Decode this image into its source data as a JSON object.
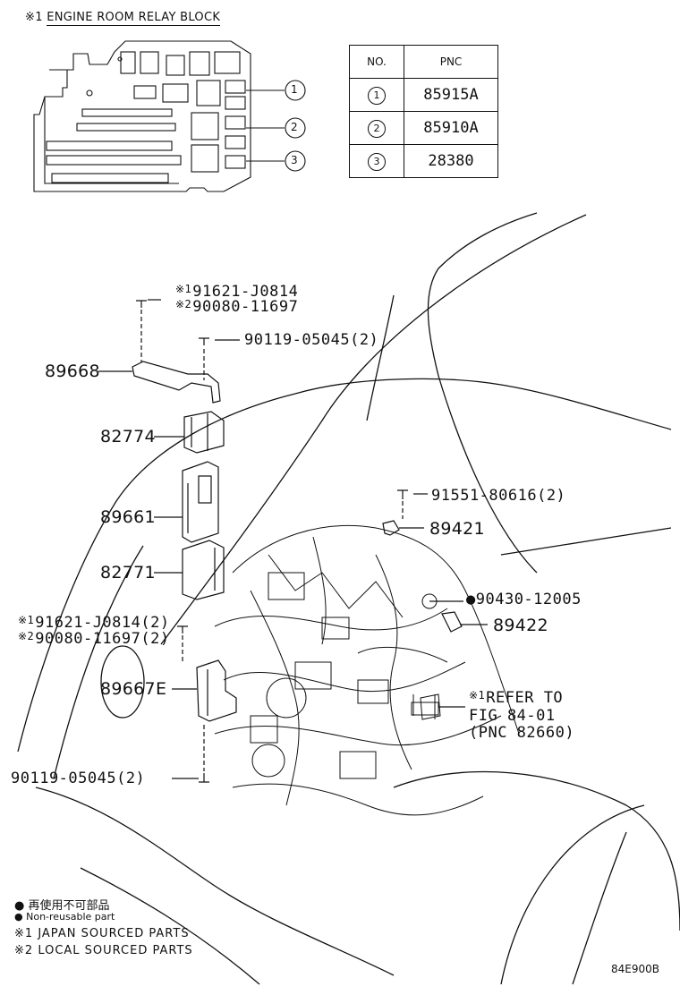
{
  "relay_block": {
    "mark": "※1",
    "title": "ENGINE ROOM RELAY BLOCK",
    "callouts": [
      "1",
      "2",
      "3"
    ]
  },
  "pnc_table": {
    "headers": [
      "NO.",
      "PNC"
    ],
    "rows": [
      {
        "no": "1",
        "pnc": "85915A"
      },
      {
        "no": "2",
        "pnc": "85910A"
      },
      {
        "no": "3",
        "pnc": "28380"
      }
    ]
  },
  "parts": {
    "bolt_top_1_mark": "※1",
    "bolt_top_1": "91621-J0814",
    "bolt_top_2_mark": "※2",
    "bolt_top_2": "90080-11697",
    "screw_top": "90119-05045(2)",
    "bracket_top": "89668",
    "cover_upper": "82774",
    "ecu": "89661",
    "cover_lower": "82771",
    "bolt_mid_1_mark": "※1",
    "bolt_mid_1": "91621-J0814(2)",
    "bolt_mid_2_mark": "※2",
    "bolt_mid_2": "90080-11697(2)",
    "bracket_lower": "89667E",
    "screw_bottom": "90119-05045(2)",
    "bolt_right": "91551-80616(2)",
    "sensor_upper": "89421",
    "gasket_dot": "●",
    "gasket": "90430-12005",
    "sensor_lower": "89422",
    "refer_mark": "※1",
    "refer_line1": "REFER TO",
    "refer_line2": "FIG 84-01",
    "refer_line3": "(PNC 82660)"
  },
  "legend": {
    "dot": "●",
    "nonreusable_jp": "再使用不可部品",
    "nonreusable_en": "Non-reusable part",
    "japan_mark": "※1",
    "japan": "JAPAN SOURCED PARTS",
    "local_mark": "※2",
    "local": "LOCAL SOURCED PARTS"
  },
  "figure_code": "84E900B"
}
